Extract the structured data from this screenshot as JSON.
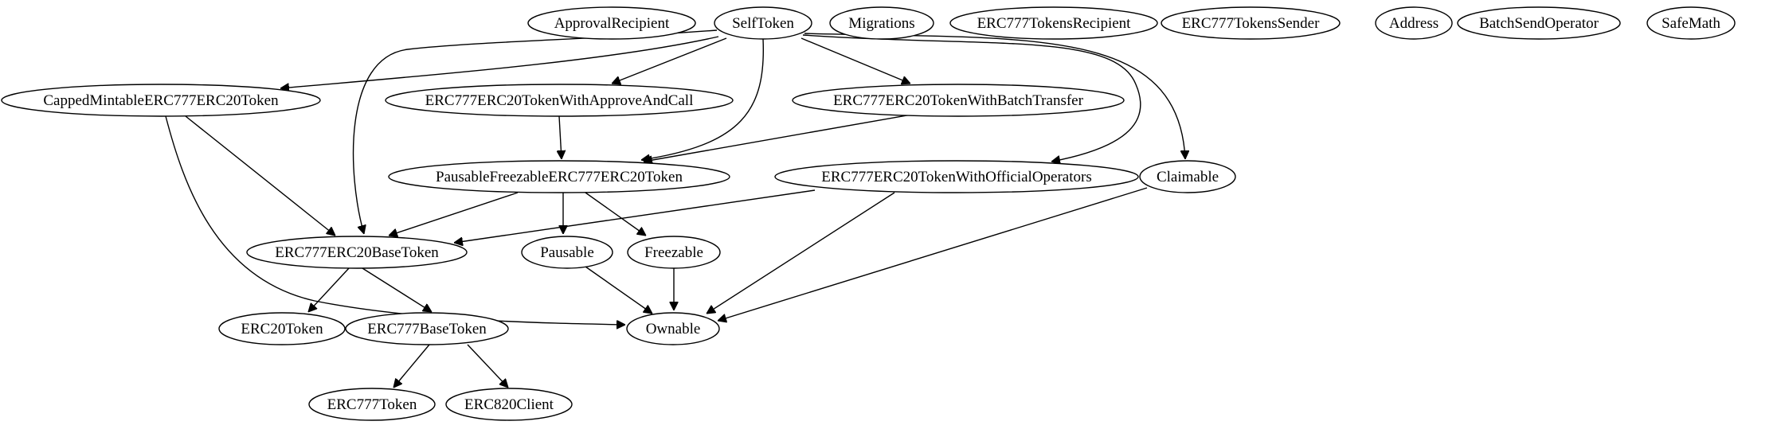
{
  "nodes": [
    {
      "id": "approval-recipient",
      "label": "ApprovalRecipient"
    },
    {
      "id": "self-token",
      "label": "SelfToken"
    },
    {
      "id": "migrations",
      "label": "Migrations"
    },
    {
      "id": "erc777-tokens-recipient",
      "label": "ERC777TokensRecipient"
    },
    {
      "id": "erc777-tokens-sender",
      "label": "ERC777TokensSender"
    },
    {
      "id": "address",
      "label": "Address"
    },
    {
      "id": "batch-send-operator",
      "label": "BatchSendOperator"
    },
    {
      "id": "safe-math",
      "label": "SafeMath"
    },
    {
      "id": "capped-mintable",
      "label": "CappedMintableERC777ERC20Token"
    },
    {
      "id": "approve-and-call",
      "label": "ERC777ERC20TokenWithApproveAndCall"
    },
    {
      "id": "batch-transfer",
      "label": "ERC777ERC20TokenWithBatchTransfer"
    },
    {
      "id": "pausable-freezable",
      "label": "PausableFreezableERC777ERC20Token"
    },
    {
      "id": "official-operators",
      "label": "ERC777ERC20TokenWithOfficialOperators"
    },
    {
      "id": "claimable",
      "label": "Claimable"
    },
    {
      "id": "erc777-erc20-base-token",
      "label": "ERC777ERC20BaseToken"
    },
    {
      "id": "pausable",
      "label": "Pausable"
    },
    {
      "id": "freezable",
      "label": "Freezable"
    },
    {
      "id": "erc20-token",
      "label": "ERC20Token"
    },
    {
      "id": "erc777-base-token",
      "label": "ERC777BaseToken"
    },
    {
      "id": "ownable",
      "label": "Ownable"
    },
    {
      "id": "erc777-token",
      "label": "ERC777Token"
    },
    {
      "id": "erc820-client",
      "label": "ERC820Client"
    }
  ],
  "edges": [
    {
      "from": "self-token",
      "to": "capped-mintable"
    },
    {
      "from": "self-token",
      "to": "approve-and-call"
    },
    {
      "from": "self-token",
      "to": "batch-transfer"
    },
    {
      "from": "self-token",
      "to": "pausable-freezable"
    },
    {
      "from": "self-token",
      "to": "official-operators"
    },
    {
      "from": "self-token",
      "to": "claimable"
    },
    {
      "from": "self-token",
      "to": "erc777-erc20-base-token"
    },
    {
      "from": "capped-mintable",
      "to": "erc777-erc20-base-token"
    },
    {
      "from": "capped-mintable",
      "to": "ownable"
    },
    {
      "from": "approve-and-call",
      "to": "pausable-freezable"
    },
    {
      "from": "batch-transfer",
      "to": "pausable-freezable"
    },
    {
      "from": "pausable-freezable",
      "to": "erc777-erc20-base-token"
    },
    {
      "from": "pausable-freezable",
      "to": "pausable"
    },
    {
      "from": "pausable-freezable",
      "to": "freezable"
    },
    {
      "from": "official-operators",
      "to": "erc777-erc20-base-token"
    },
    {
      "from": "official-operators",
      "to": "ownable"
    },
    {
      "from": "claimable",
      "to": "ownable"
    },
    {
      "from": "erc777-erc20-base-token",
      "to": "erc20-token"
    },
    {
      "from": "erc777-erc20-base-token",
      "to": "erc777-base-token"
    },
    {
      "from": "pausable",
      "to": "ownable"
    },
    {
      "from": "freezable",
      "to": "ownable"
    },
    {
      "from": "erc777-base-token",
      "to": "erc777-token"
    },
    {
      "from": "erc777-base-token",
      "to": "erc820-client"
    }
  ]
}
